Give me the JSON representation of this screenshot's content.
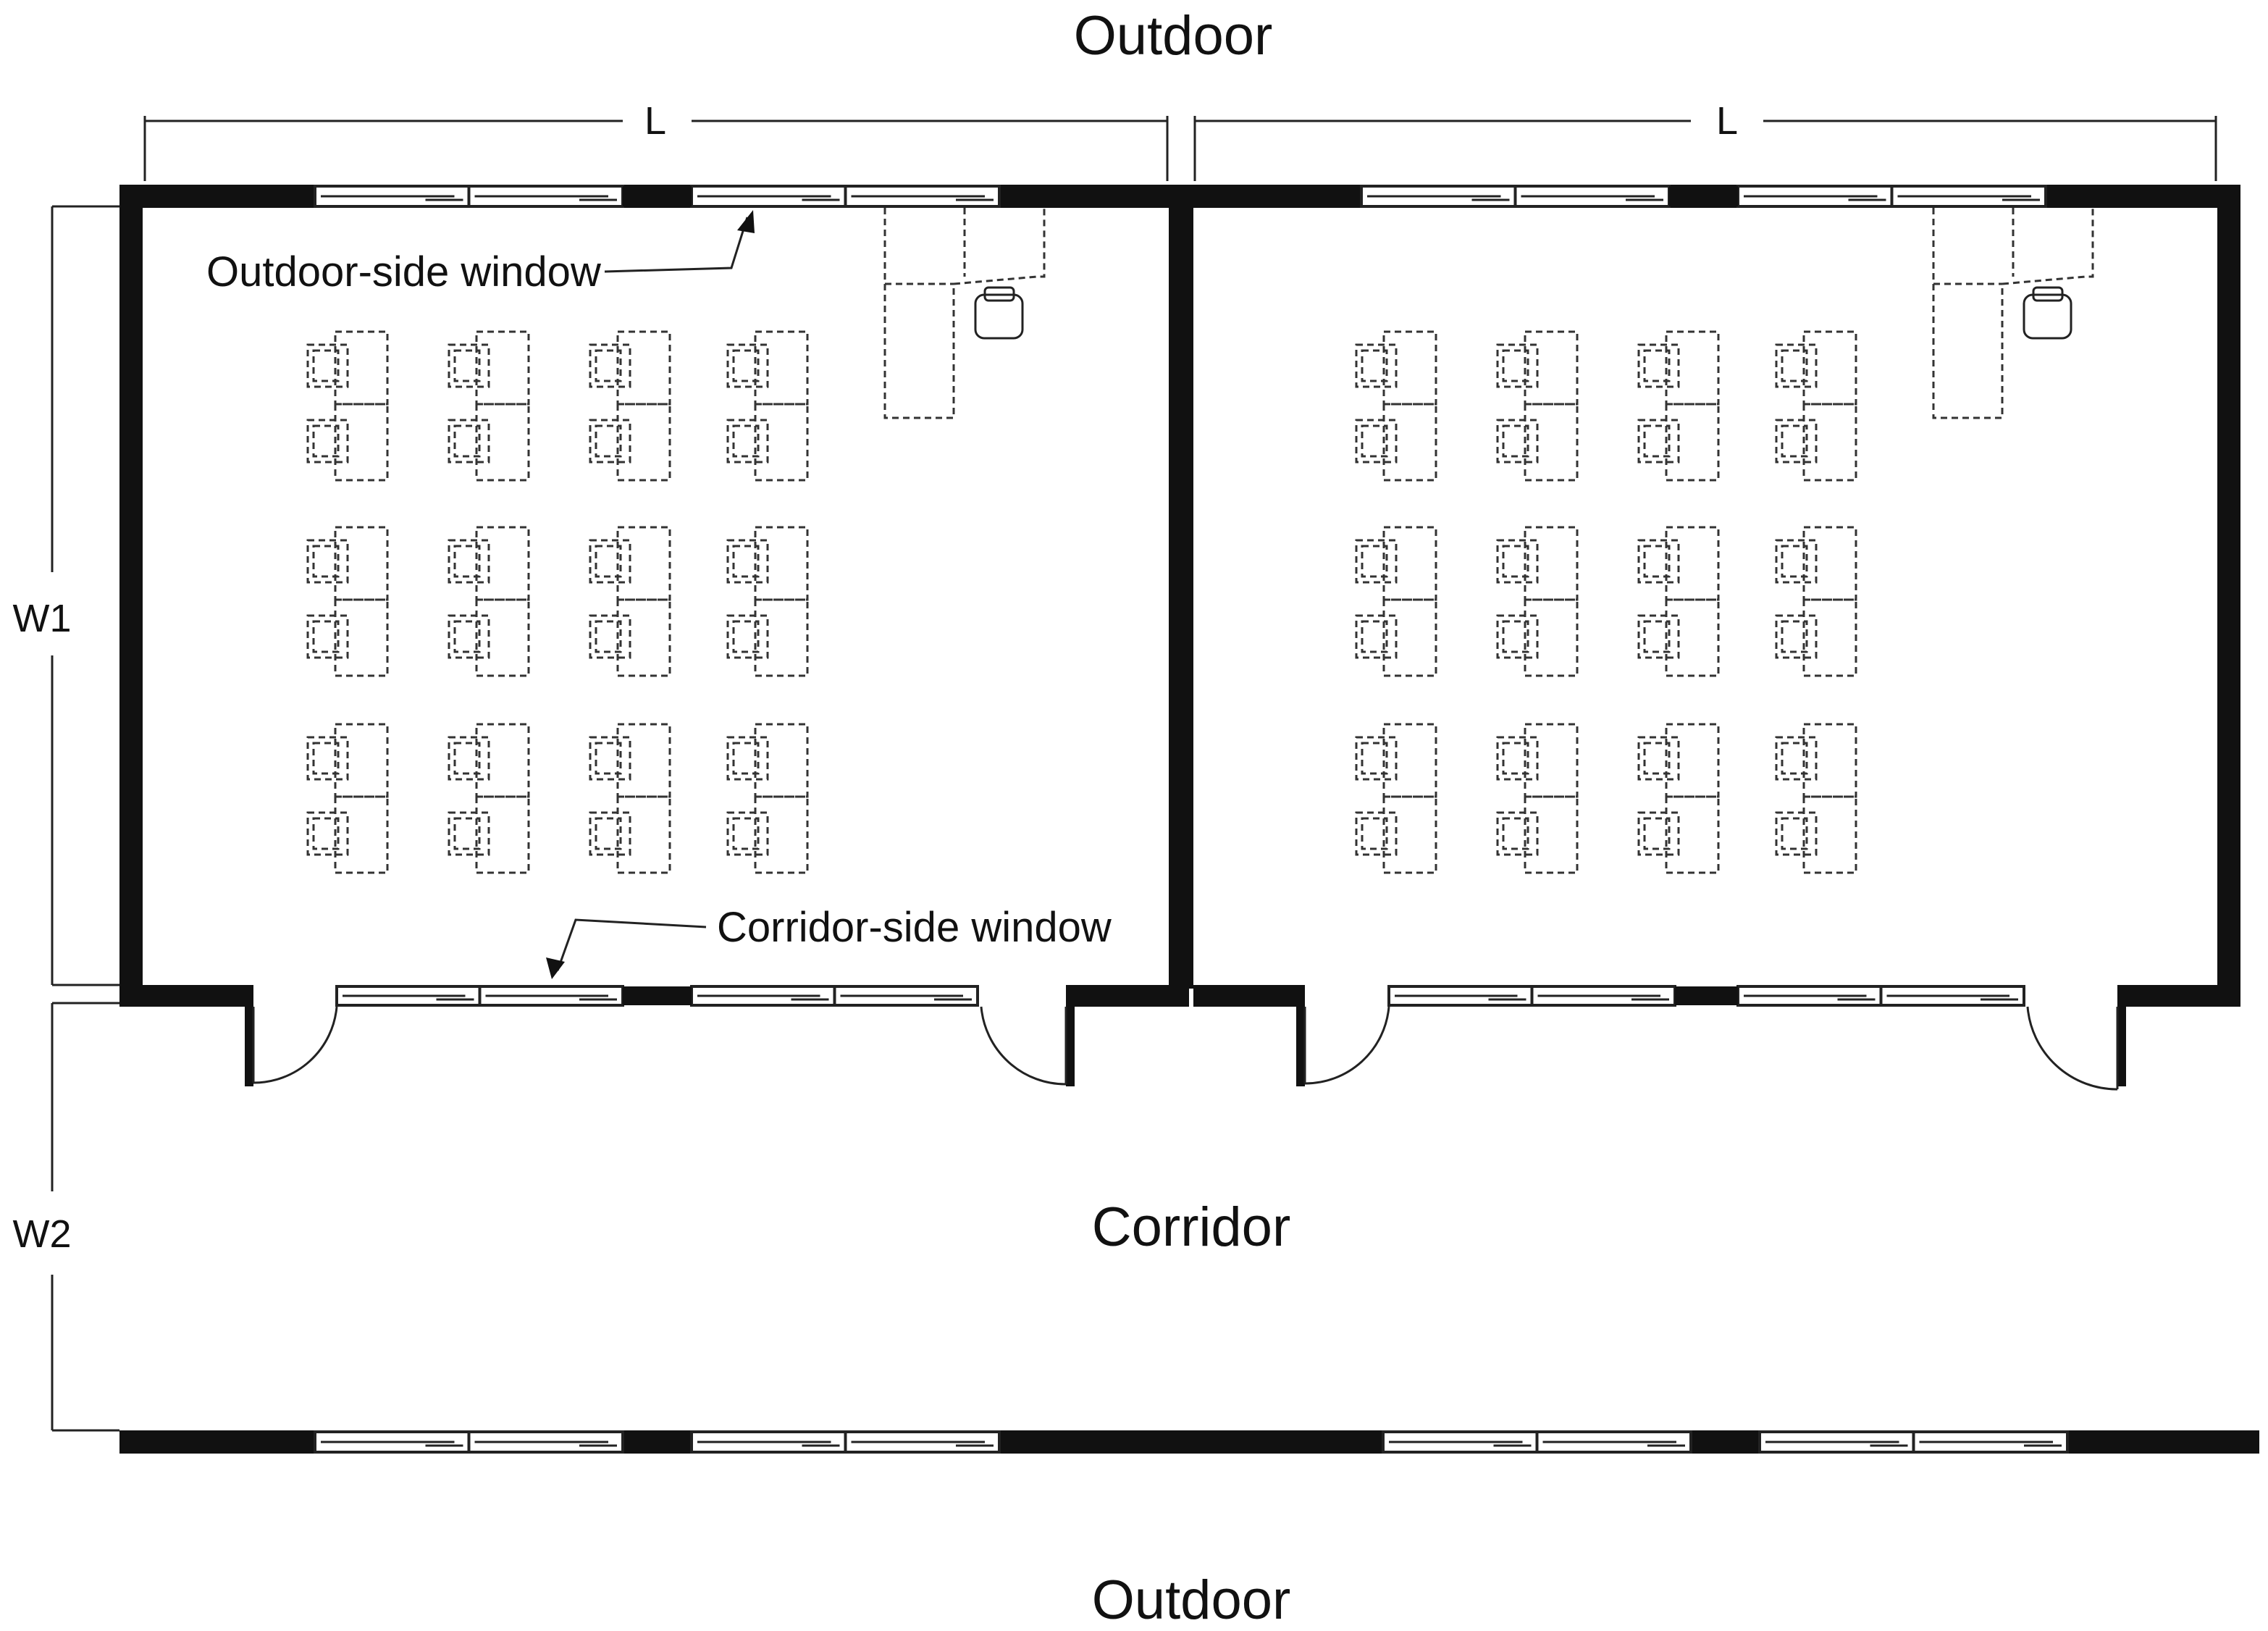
{
  "labels": {
    "outdoor_top": "Outdoor",
    "outdoor_bottom": "Outdoor",
    "corridor": "Corridor",
    "outdoor_side_window": "Outdoor-side window",
    "corridor_side_window": "Corridor-side window"
  },
  "dimensions": {
    "length_left": "L",
    "length_right": "L",
    "room_width": "W1",
    "corridor_width": "W2"
  },
  "classrooms": [
    {
      "desk_columns": 4,
      "desk_groups": 3,
      "seats_per_group": 2,
      "teacher_desk": true
    },
    {
      "desk_columns": 4,
      "desk_groups": 3,
      "seats_per_group": 2,
      "teacher_desk": true
    }
  ],
  "colors": {
    "wall": "#111111",
    "line": "#222222",
    "background": "#ffffff"
  }
}
